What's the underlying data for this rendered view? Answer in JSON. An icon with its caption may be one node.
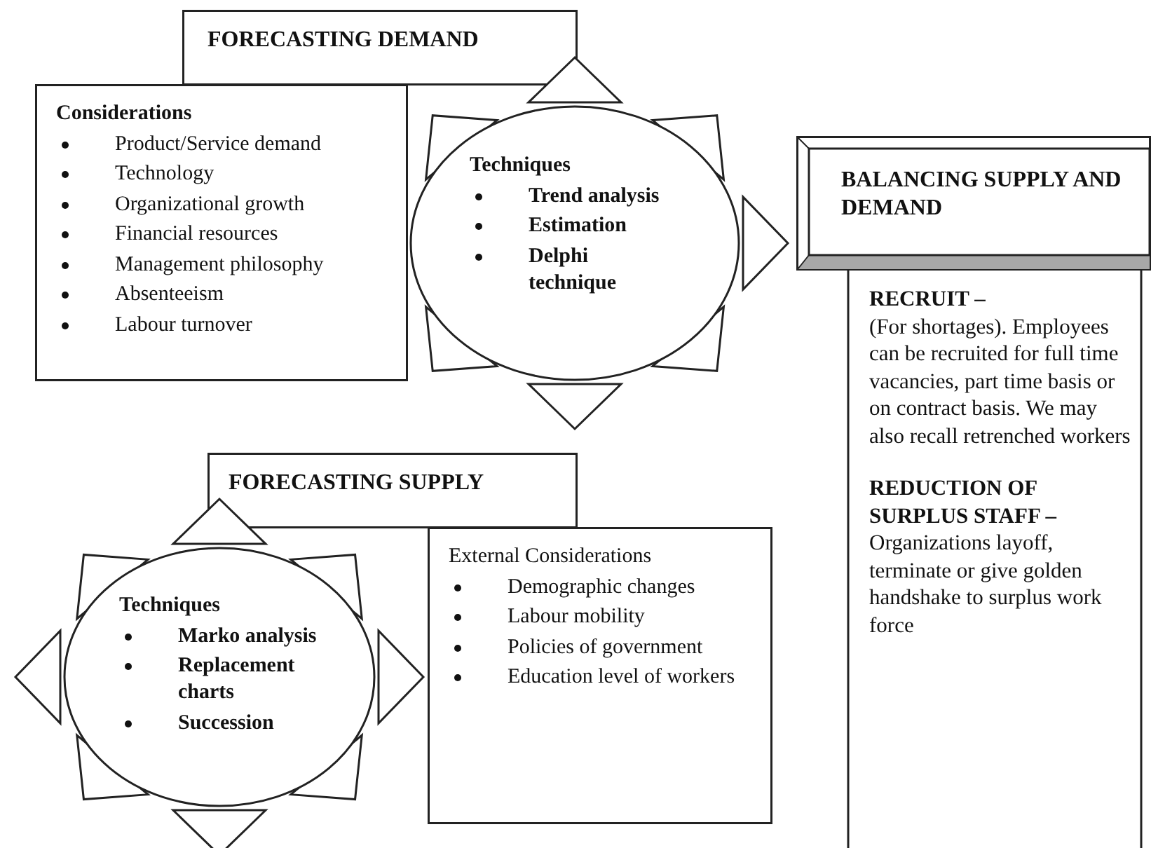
{
  "diagram": {
    "nodes": [
      {
        "text": [
          "FORECASTING DEMAND"
        ]
      },
      {
        "text": [
          "Considerations",
          "Product/Service demand",
          "Technology",
          "Organizational growth",
          "Financial resources",
          "Management philosophy",
          "Absenteeism",
          "Labour turnover"
        ]
      },
      {
        "text": [
          "Techniques",
          "Trend analysis",
          "Estimation",
          "Delphi technique"
        ]
      },
      {
        "text": [
          "BALANCING SUPPLY AND DEMAND"
        ]
      },
      {
        "text": [
          "RECRUIT –",
          "(For shortages). Employees can be recruited for full time vacancies, part time basis or on contract basis. We may also recall retrenched workers",
          "REDUCTION OF SURPLUS STAFF –",
          "Organizations layoff, terminate or give golden handshake to surplus work force"
        ]
      },
      {
        "text": [
          "FORECASTING SUPPLY"
        ]
      },
      {
        "text": [
          "Techniques",
          "Marko analysis",
          "Replacement charts",
          "Succession"
        ]
      },
      {
        "text": [
          "External Considerations",
          "Demographic changes",
          "Labour mobility",
          "Policies of government",
          "Education level of workers"
        ]
      }
    ]
  }
}
